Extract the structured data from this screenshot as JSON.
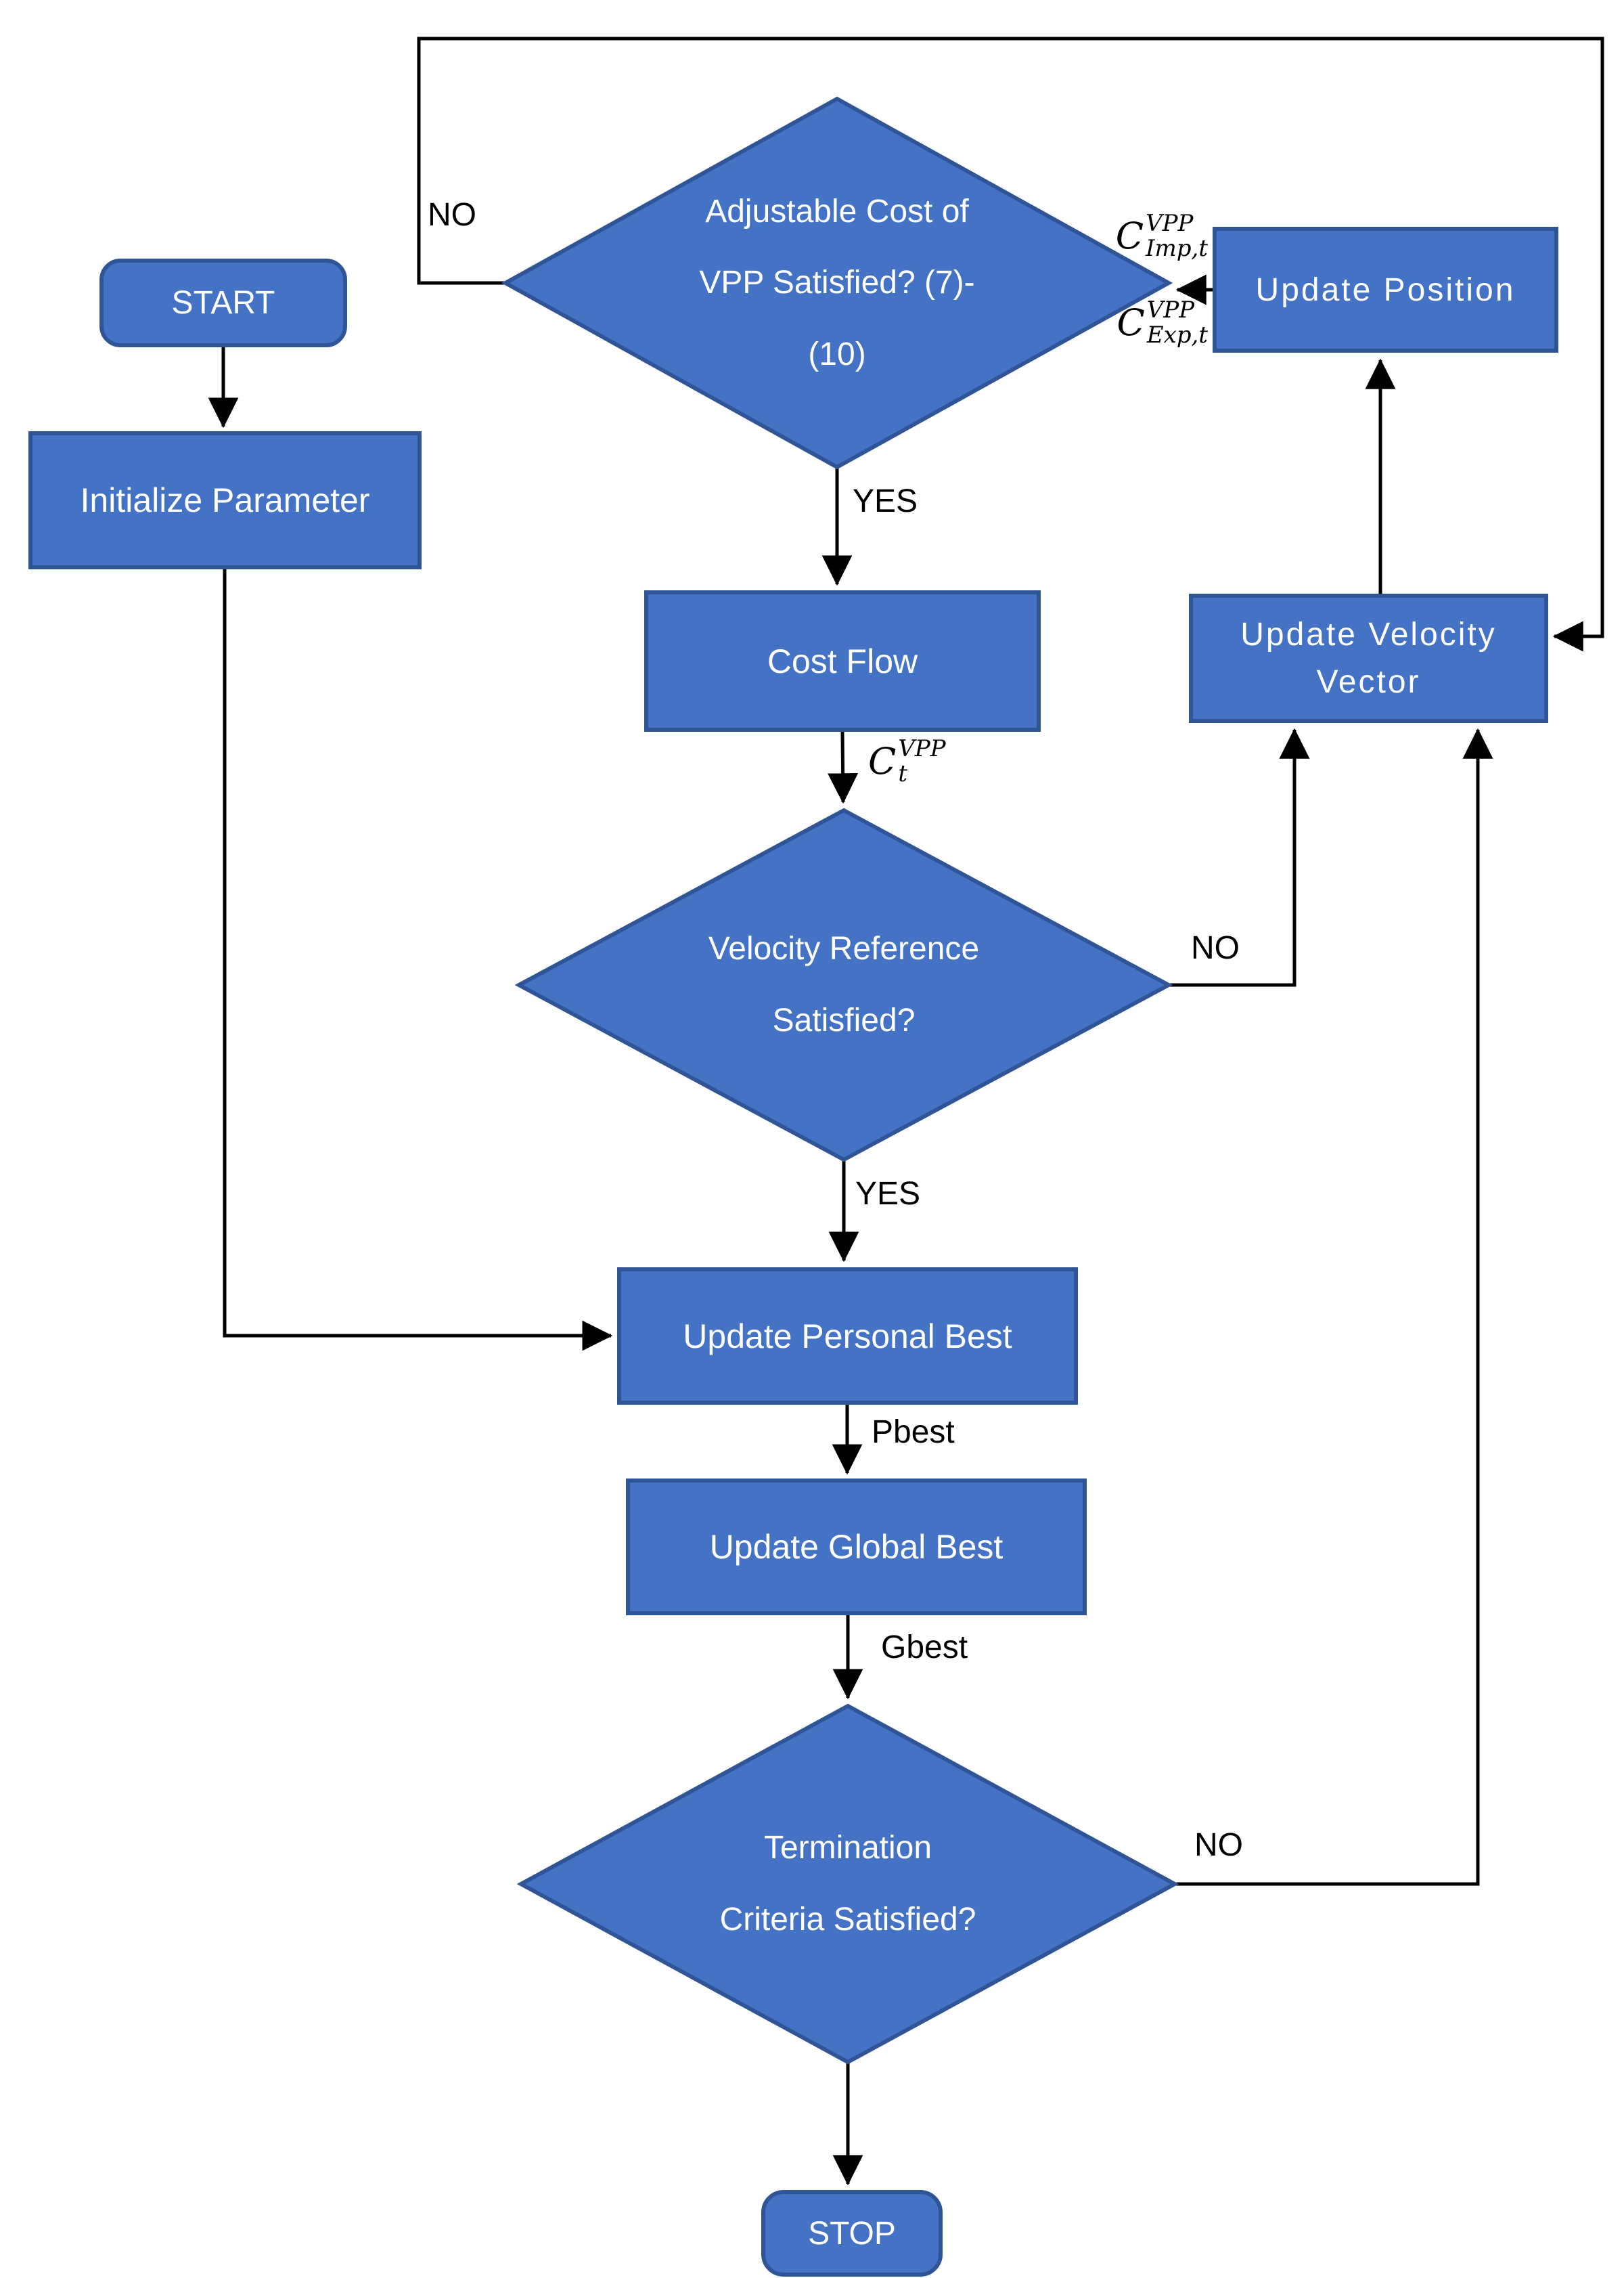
{
  "colors": {
    "node_fill": "#4472C4",
    "node_stroke": "#2F5597",
    "line": "#000000",
    "node_text": "#FFFFFF",
    "label_text": "#000000",
    "background": "#FFFFFF"
  },
  "nodes": {
    "start": {
      "type": "terminator",
      "label": "START"
    },
    "initialize": {
      "type": "process",
      "label": "Initialize Parameter"
    },
    "adjustable_cost": {
      "type": "decision",
      "label": "Adjustable Cost of\nVPP Satisfied? (7)-\n(10)"
    },
    "update_position": {
      "type": "process",
      "label": "Update Position"
    },
    "cost_flow": {
      "type": "process",
      "label": "Cost Flow"
    },
    "update_velocity": {
      "type": "process",
      "label": "Update Velocity\nVector"
    },
    "velocity_reference": {
      "type": "decision",
      "label": "Velocity Reference\nSatisfied?"
    },
    "update_personal_best": {
      "type": "process",
      "label": "Update Personal Best"
    },
    "update_global_best": {
      "type": "process",
      "label": "Update Global Best"
    },
    "termination": {
      "type": "decision",
      "label": "Termination\nCriteria Satisfied?"
    },
    "stop": {
      "type": "terminator",
      "label": "STOP"
    }
  },
  "edge_labels": {
    "no_adjustable": "NO",
    "yes_adjustable": "YES",
    "no_velocity": "NO",
    "yes_velocity": "YES",
    "pbest": "Pbest",
    "gbest": "Gbest",
    "no_termination": "NO"
  },
  "math_labels": {
    "import_cost": {
      "base": "C",
      "sup": "VPP",
      "sub": "Imp,t"
    },
    "export_cost": {
      "base": "C",
      "sup": "VPP",
      "sub": "Exp,t"
    },
    "cost_flow_output": {
      "base": "C",
      "sup": "VPP",
      "sub": "t"
    }
  }
}
